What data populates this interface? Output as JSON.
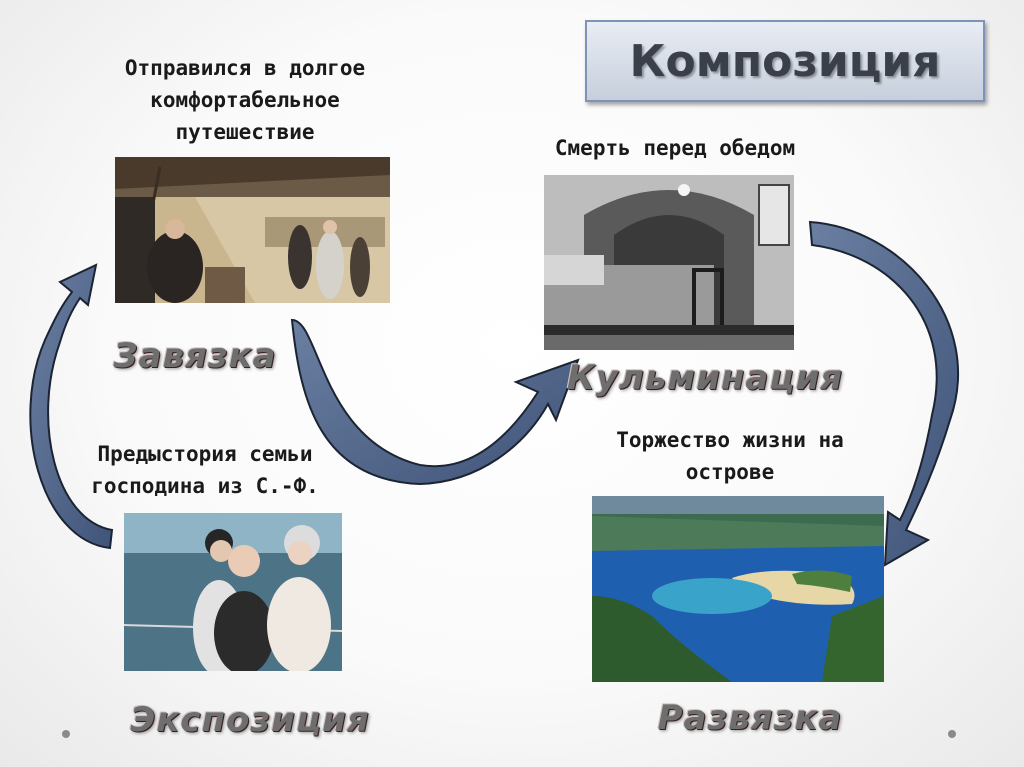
{
  "title": "Композиция",
  "captions": {
    "journey": "Отправился в долгое комфортабельное путешествие",
    "death": "Смерть перед обедом",
    "prehistory": "Предыстория семьи господина из С.-Ф.",
    "island": "Торжество жизни на острове"
  },
  "stages": {
    "plot": "Завязка",
    "climax": "Кульминация",
    "exposition": "Экспозиция",
    "resolution": "Развязка"
  },
  "colors": {
    "arrow": "#4d6285",
    "title_border": "#7f93b8"
  }
}
